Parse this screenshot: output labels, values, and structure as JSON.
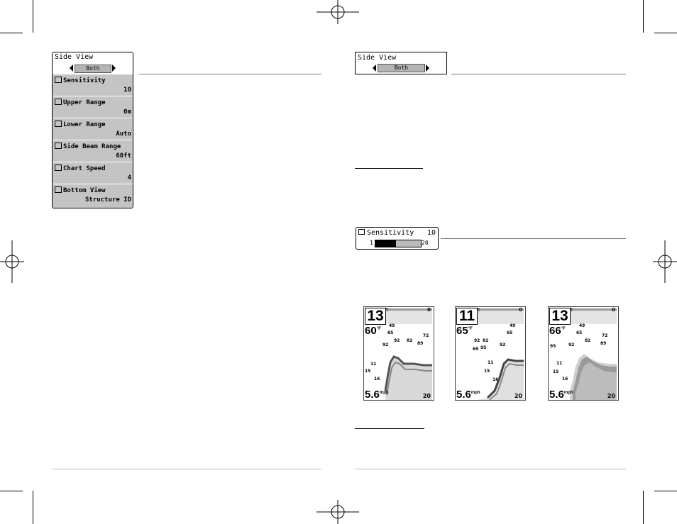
{
  "left_menu": {
    "title": "Side View",
    "selected_value": "Both",
    "items": [
      {
        "icon": "sensitivity-icon",
        "label": "Sensitivity",
        "value": "10"
      },
      {
        "icon": "range-icon",
        "label": "Upper Range",
        "value": "0m"
      },
      {
        "icon": "range-icon",
        "label": "Lower Range",
        "value": "Auto"
      },
      {
        "icon": "range-icon",
        "label": "Side Beam Range",
        "value": "60ft"
      },
      {
        "icon": "chart-speed-icon",
        "label": "Chart Speed",
        "value": "4"
      },
      {
        "icon": "bottom-view-icon",
        "label": "Bottom View",
        "value": "Structure ID"
      }
    ]
  },
  "side_view_box": {
    "title": "Side View",
    "selected_value": "Both"
  },
  "sensitivity_box": {
    "title": "Sensitivity",
    "value": "10",
    "min": "1",
    "max": "20",
    "level_fraction": 0.45
  },
  "screens": [
    {
      "depth": "13",
      "depth_unit": "ft",
      "temp": "60",
      "temp_unit": "°F",
      "speed": "5.6",
      "speed_unit": "mph",
      "zero": "0",
      "range": "20"
    },
    {
      "depth": "11",
      "depth_unit": "ft",
      "temp": "65",
      "temp_unit": "°F",
      "speed": "5.6",
      "speed_unit": "mph",
      "zero": "0",
      "range": "20"
    },
    {
      "depth": "13",
      "depth_unit": "ft",
      "temp": "66",
      "temp_unit": "°F",
      "speed": "5.6",
      "speed_unit": "mph",
      "zero": "0",
      "range": "20"
    }
  ],
  "colors": {
    "menu_bg": "#c4c4c4",
    "rule": "#9a9a9a"
  }
}
